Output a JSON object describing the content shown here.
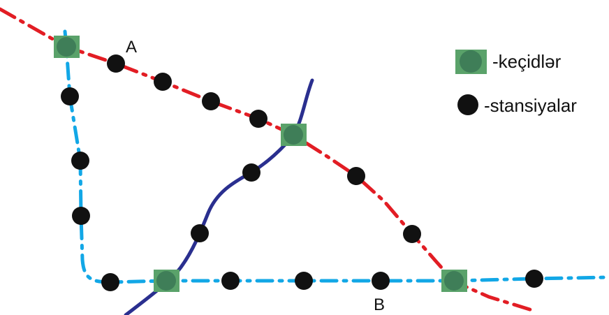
{
  "labels": {
    "point_a": "A",
    "point_b": "B"
  },
  "legend": {
    "interchange_label": "-keçidlər",
    "station_label": "-stansiyalar"
  },
  "colors": {
    "red_line": "#e21d24",
    "blue_line": "#12a7e6",
    "navy_line": "#2a2f8f",
    "station": "#111111",
    "interchange_square": "#5aa26a",
    "interchange_circle": "#3f7e58"
  }
}
